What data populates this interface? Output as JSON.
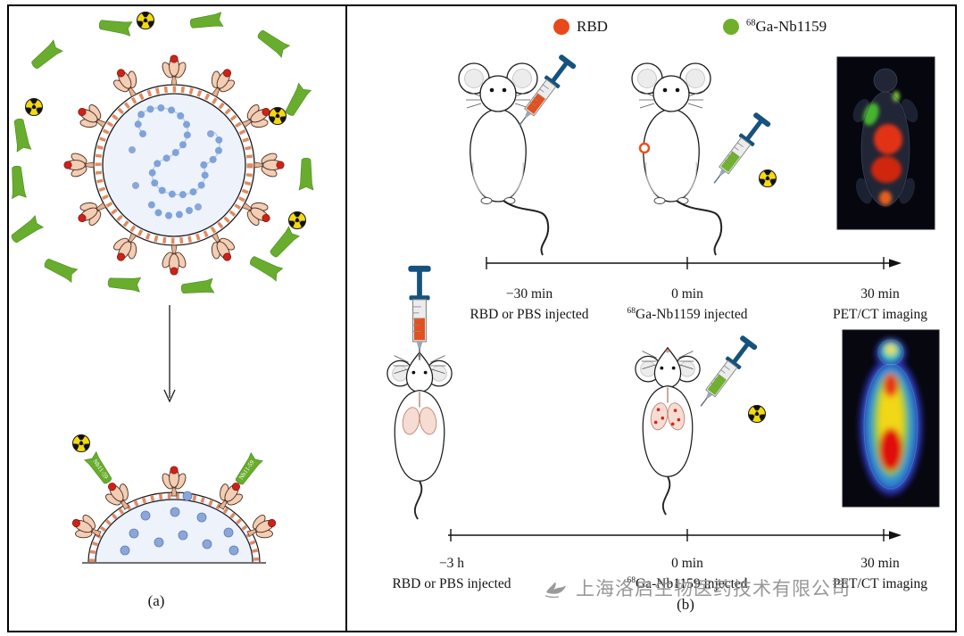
{
  "figure": {
    "panel_a": {
      "label": "(a)",
      "nanobody_label": "Nb11-59"
    },
    "panel_b": {
      "label": "(b)",
      "legend": {
        "rbd_label": "RBD",
        "tracer_sup": "68",
        "tracer_label": "Ga-Nb1159"
      },
      "timeline_top": {
        "points": [
          {
            "time": "−30 min",
            "sup": "",
            "event": "RBD or PBS injected"
          },
          {
            "time": "0 min",
            "sup": "68",
            "event": "Ga-Nb1159 injected"
          },
          {
            "time": "30 min",
            "sup": "",
            "event": "PET/CT imaging"
          }
        ]
      },
      "timeline_bottom": {
        "points": [
          {
            "time": "−3 h",
            "sup": "",
            "event": "RBD or PBS injected"
          },
          {
            "time": "0 min",
            "sup": "68",
            "event": "Ga-Nb1159 injected"
          },
          {
            "time": "30 min",
            "sup": "",
            "event": "PET/CT imaging"
          }
        ]
      }
    },
    "watermark": "上海洛启生物医药技术有限公司",
    "colors": {
      "rbd_orange": "#E8491B",
      "nanobody_green": "#6FAF2A",
      "radioactive_yellow": "#F5D90F",
      "spike_pink": "#F3CDB4",
      "spike_tip_red": "#CC2318",
      "membrane_stud": "#E08A62",
      "rna_blue": "#7FA3D8",
      "syringe_blue": "#16527E"
    }
  }
}
